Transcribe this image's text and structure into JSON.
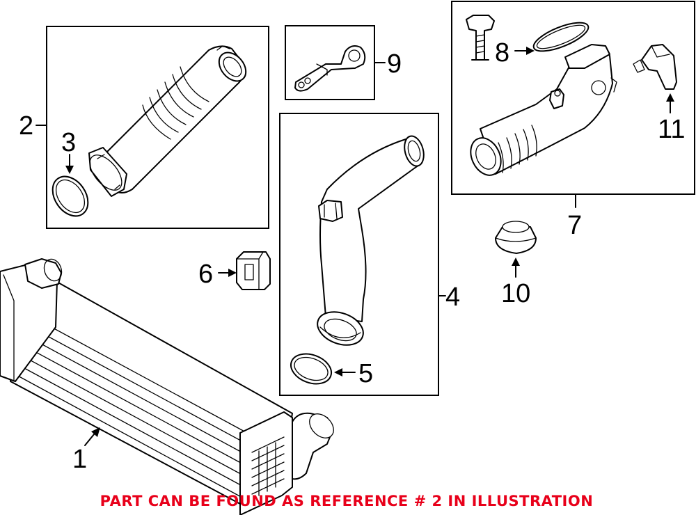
{
  "callouts": {
    "c1": "1",
    "c2": "2",
    "c3": "3",
    "c4": "4",
    "c5": "5",
    "c6": "6",
    "c7": "7",
    "c8": "8",
    "c9": "9",
    "c10": "10",
    "c11": "11"
  },
  "notice": "PART CAN BE FOUND AS REFERENCE # 2 IN ILLUSTRATION",
  "colors": {
    "notice": "#e8001a",
    "line": "#000000",
    "background": "#ffffff"
  }
}
